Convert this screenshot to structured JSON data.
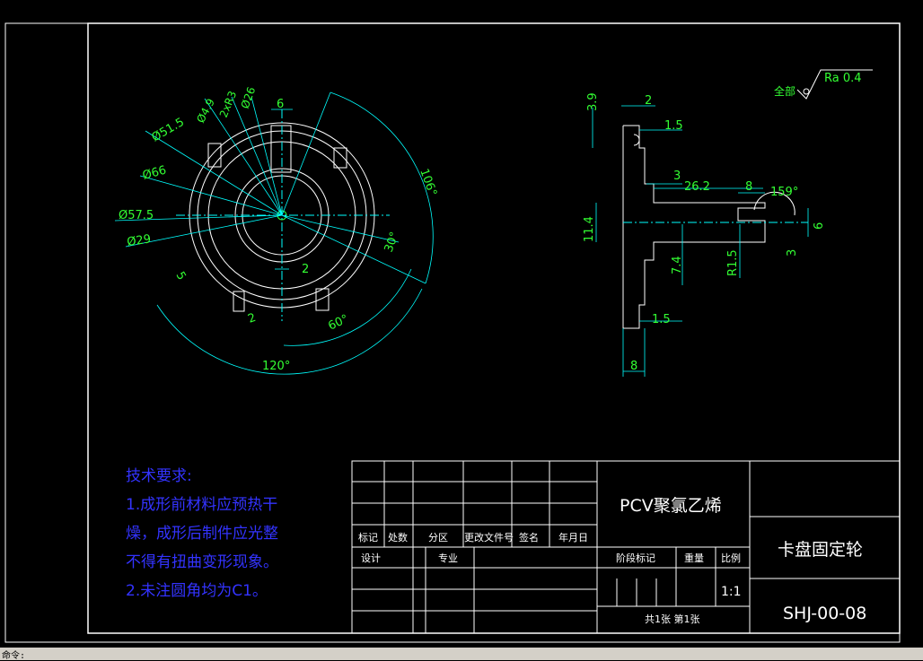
{
  "roughness": {
    "prefix": "全部",
    "value": "Ra 0.4"
  },
  "front_view": {
    "diameters": [
      "Ø26",
      "2xR3",
      "Ø4.9",
      "Ø51.5",
      "Ø66",
      "Ø57.5",
      "Ø29"
    ],
    "linear": [
      "6",
      "5",
      "2",
      "2"
    ],
    "angles": [
      "106°",
      "30°",
      "60°",
      "120°"
    ]
  },
  "side_view": {
    "dims": [
      "3.9",
      "2",
      "1.5",
      "3",
      "26.2",
      "8",
      "159°",
      "11.4",
      "7.4",
      "R1.5",
      "6",
      "3",
      "1.5",
      "8"
    ]
  },
  "tech_notes": {
    "title": "技术要求:",
    "lines": [
      "1.成形前材料应预热干",
      "燥，成形后制件应光整",
      "不得有扭曲变形现象。",
      "2.未注圆角均为C1。"
    ]
  },
  "title_block": {
    "headers": [
      "标记",
      "处数",
      "分区",
      "更改文件号",
      "签名",
      "年月日"
    ],
    "design": "设计",
    "standard": "专业",
    "material": "PCV聚氯乙烯",
    "stage": "阶段标记",
    "weight": "重量",
    "scale_label": "比例",
    "scale": "1:1",
    "sheets": "共1张 第1张",
    "part_name": "卡盘固定轮",
    "drawing_no": "SHJ-00-08"
  },
  "status_bar": "命令:"
}
